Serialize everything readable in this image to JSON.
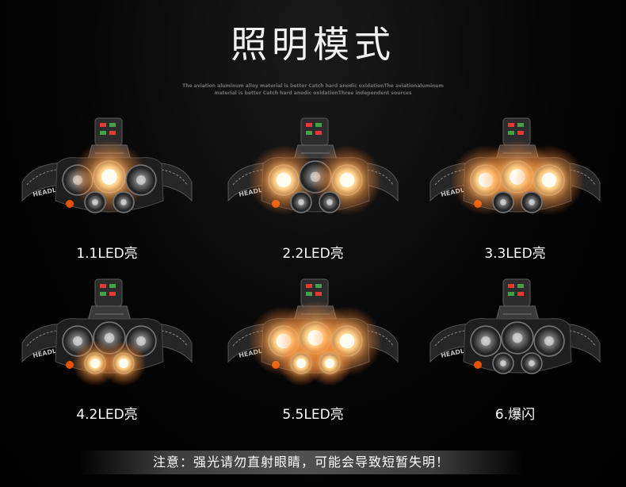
{
  "title": "照明模式",
  "subtitle": {
    "line1": "The aviation aluminum alloy material is better Catch hard anodic oxidationThe aviationaluminum",
    "line2": "material is better Catch hard anodic oxidationThree independent sources"
  },
  "modes": [
    {
      "label": "1.1LED亮",
      "lit": [
        false,
        true,
        false,
        false,
        false
      ]
    },
    {
      "label": "2.2LED亮",
      "lit": [
        true,
        false,
        true,
        false,
        false
      ]
    },
    {
      "label": "3.3LED亮",
      "lit": [
        true,
        true,
        true,
        false,
        false
      ]
    },
    {
      "label": "4.2LED亮",
      "lit": [
        false,
        false,
        false,
        true,
        true
      ]
    },
    {
      "label": "5.5LED亮",
      "lit": [
        true,
        true,
        true,
        true,
        true
      ]
    },
    {
      "label": "6.爆闪",
      "lit": [
        false,
        false,
        false,
        false,
        false
      ]
    }
  ],
  "strap_text": "HEADLIGHT",
  "warning": "注意：强光请勿直射眼睛，可能会导致短暂失明！"
}
